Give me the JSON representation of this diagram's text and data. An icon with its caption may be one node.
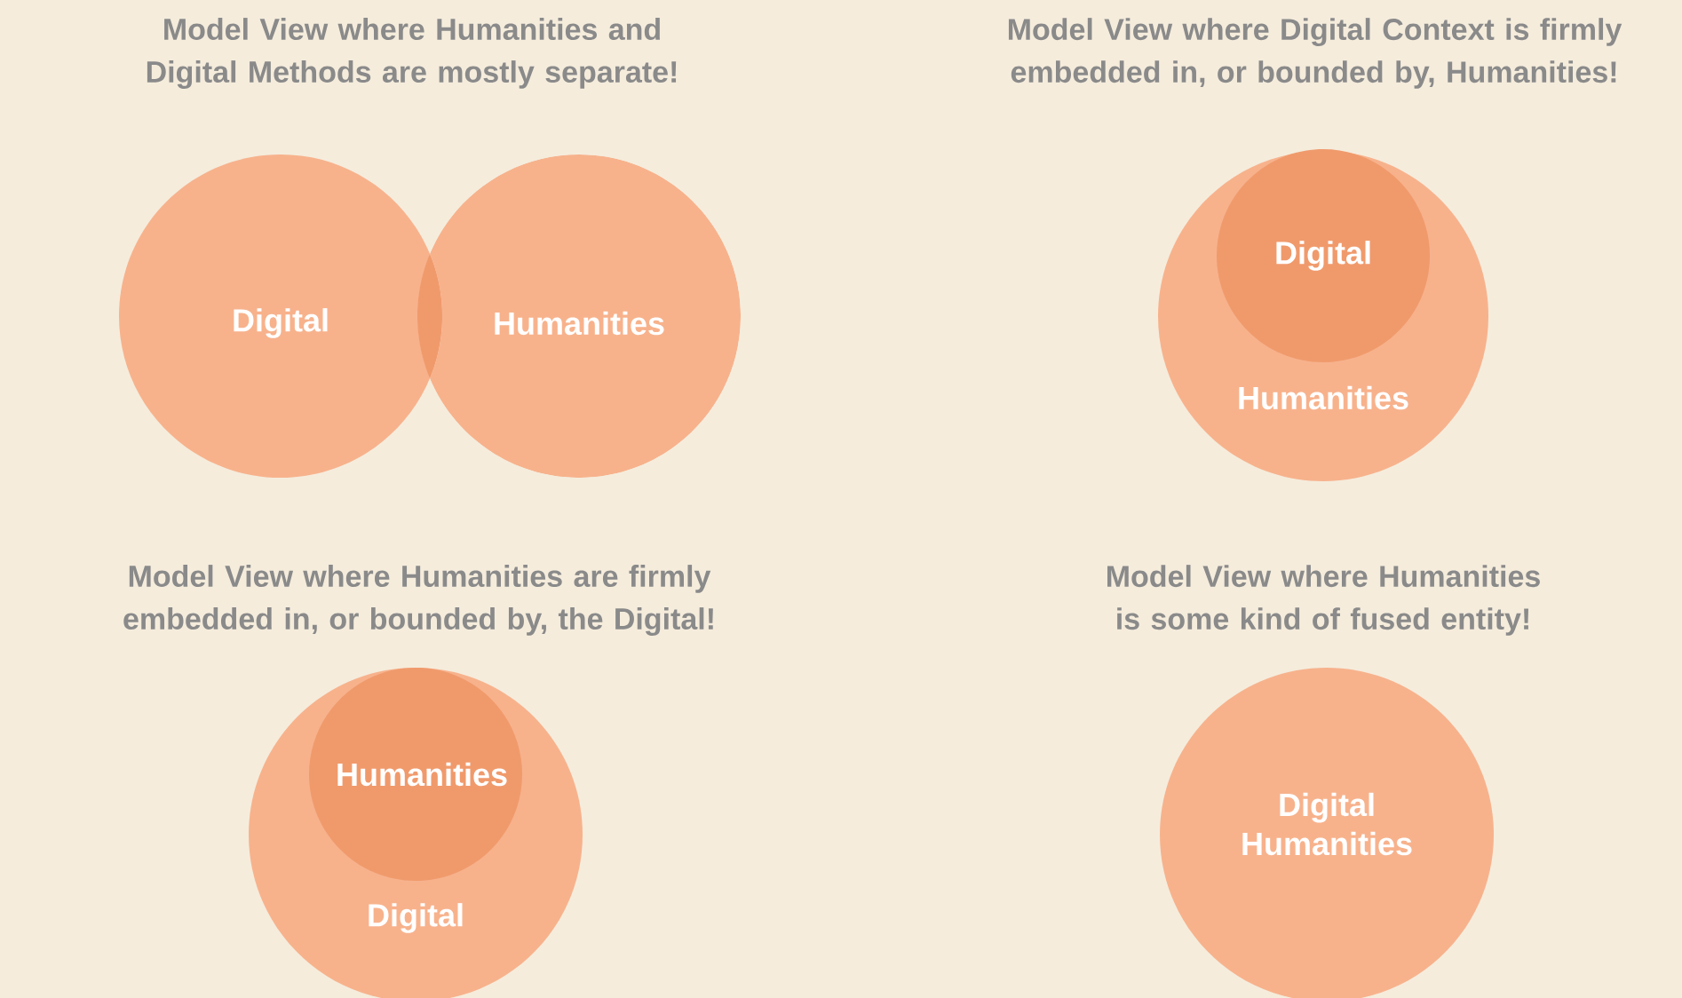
{
  "diagram": {
    "nodes": [
      {
        "text": [
          "Digital"
        ]
      },
      {
        "text": [
          "Humanities"
        ]
      },
      {
        "text": [
          "Humanities"
        ]
      },
      {
        "text": [
          "Digital"
        ],
        "in": 2
      },
      {
        "text": [
          "Digital"
        ]
      },
      {
        "text": [
          "Humanities"
        ],
        "in": 4
      },
      {
        "text": [
          "Digital Humanities"
        ]
      }
    ],
    "labels": [
      "Model View where Humanities and Digital Methods are mostly separate!",
      "Model View where Digital Context is firmly embedded in, or bounded by, Humanities!",
      "Model View where Humanities are firmly embedded in, or bounded by, the Digital!",
      "Model View where Humanities is some kind of fused entity!"
    ]
  }
}
